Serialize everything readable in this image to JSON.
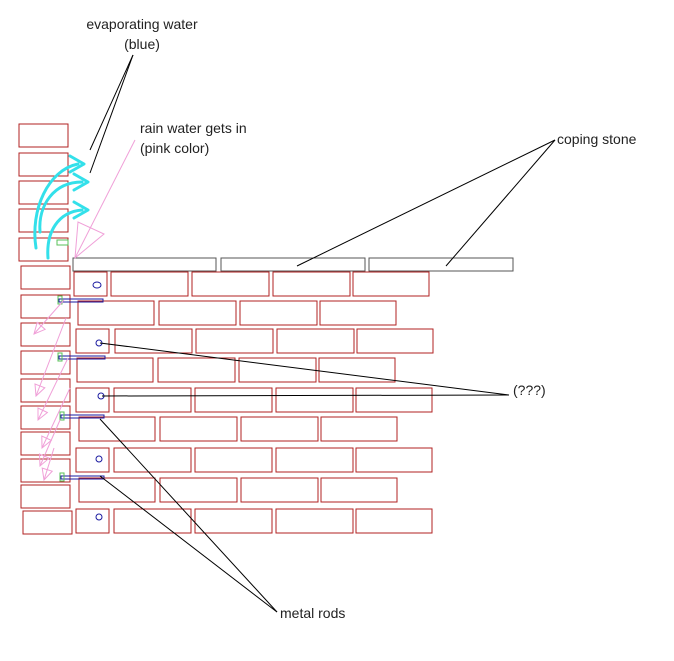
{
  "labels": {
    "evaporating_line1": "evaporating water",
    "evaporating_line2": "(blue)",
    "rain_line1": "rain water gets in",
    "rain_line2": "(pink color)",
    "coping_stone": "coping stone",
    "unknown": "(???)",
    "metal_rods": "metal rods"
  },
  "colors": {
    "brick_stroke": "#b22222",
    "coping_stroke": "#555555",
    "evaporation": "#33e0ea",
    "rain": "#f0a0d8",
    "rod": "#1a1aa0",
    "rod_plate": "#58c058",
    "leader": "#000000"
  }
}
